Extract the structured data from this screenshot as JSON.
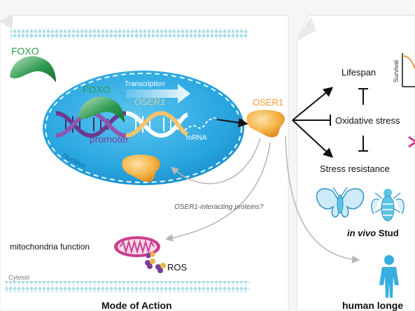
{
  "mode_of_action": {
    "foxo_free_label": "FOXO",
    "foxo_bound_label": "FOXO",
    "transcription_label": "Transcription",
    "oser1_gene_label": "OSER1",
    "promoter_label": "promoter",
    "mrna_label": "mRNA",
    "nucleus_label": "Nucleus",
    "oser1_protein_label": "OSER1",
    "interacting_label": "OSER1-interacting proteins?",
    "mitochondria_label": "mitochondria function",
    "ros_label": "ROS",
    "cytosol_label": "Cytosol",
    "title": "Mode of Action"
  },
  "in_vivo": {
    "lifespan_label": "Lifespan",
    "oxidative_label": "Oxidative stress",
    "stress_resistance_label": "Stress resistance",
    "survival_axis_label": "Survival",
    "studies_prefix": "in vivo",
    "studies_suffix": " Stud",
    "human_title": "human longe"
  },
  "icons": [
    "foxo-protein-icon",
    "oser1-protein-icon",
    "dna-helix-icon",
    "mitochondria-icon",
    "ros-molecule-icon",
    "silkworm-moth-icon",
    "fruit-fly-icon",
    "human-figure-icon",
    "survival-curve-icon"
  ],
  "colors": {
    "nucleus_blue": "#29a6e0",
    "foxo_green": "#2f9a4f",
    "oser1_orange": "#f29a2e",
    "dna_purple": "#7a3f97",
    "mitochondria_pink": "#cc3f8c",
    "membrane_teal": "#a8dde6",
    "organism_blue": "#5bc4e6"
  }
}
